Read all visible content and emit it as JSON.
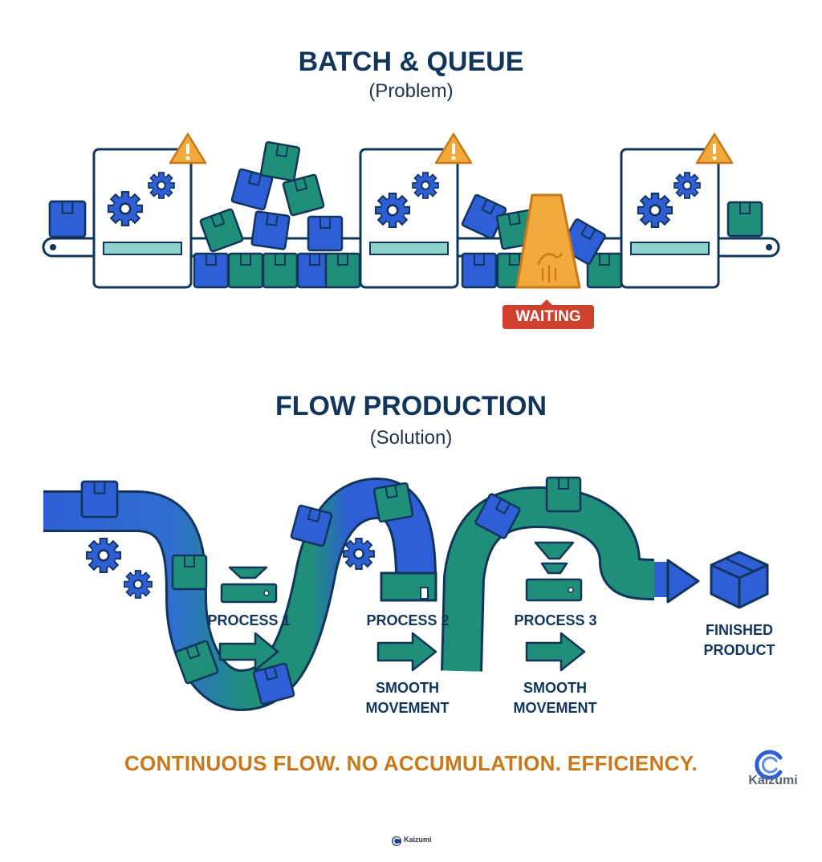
{
  "top_section": {
    "title": "BATCH & QUEUE",
    "subtitle": "(Problem)",
    "waiting_label": "WAITING"
  },
  "bottom_section": {
    "title": "FLOW PRODUCTION",
    "subtitle": "(Solution)",
    "process1_label": "PROCESS 1",
    "process2_label": "PROCESS 2",
    "process3_label": "PROCESS 3",
    "movement2_label": "SMOOTH MOVEMENT",
    "movement3_label": "SMOOTH MOVEMENT",
    "finished_label": "FINISHED PRODUCT"
  },
  "tagline": "CONTINUOUS FLOW. NO ACCUMULATION. EFFICIENCY.",
  "brand": {
    "name": "Kaizumi",
    "footer_name": "Kaizumi"
  },
  "colors": {
    "navy": "#12355b",
    "blue": "#2f5fd6",
    "teal": "#1f8f7a",
    "orange": "#f2a93b",
    "red": "#d0402f",
    "gold": "#c87818"
  },
  "icons": [
    "gear-icon",
    "warning-icon",
    "box-icon",
    "arrow-right-icon",
    "traffic-cone-icon",
    "kaizumi-logo-icon"
  ]
}
